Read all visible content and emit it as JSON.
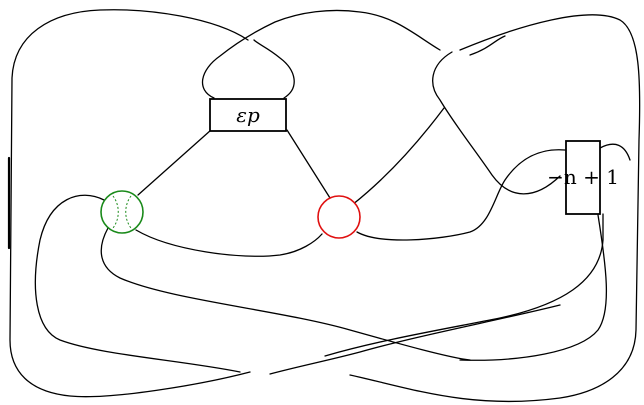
{
  "diagram": {
    "boxes": [
      {
        "id": "box-epsilon-p",
        "label": "εp"
      },
      {
        "id": "box-neg-n-plus-1",
        "label": "−n + 1"
      }
    ],
    "colors": {
      "strand": "#000000",
      "circle_green": "#1a8a1a",
      "circle_red": "#e01010"
    }
  }
}
